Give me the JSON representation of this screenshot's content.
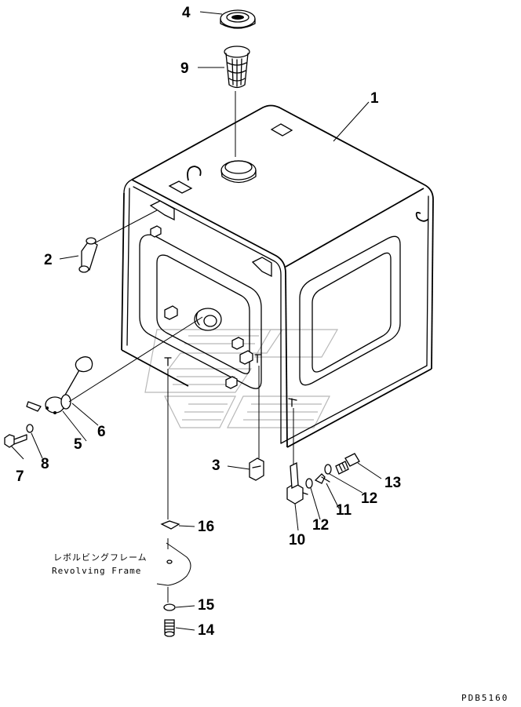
{
  "diagram": {
    "callouts": [
      {
        "id": "1",
        "text": "1"
      },
      {
        "id": "2",
        "text": "2"
      },
      {
        "id": "3",
        "text": "3"
      },
      {
        "id": "4",
        "text": "4"
      },
      {
        "id": "5",
        "text": "5"
      },
      {
        "id": "6",
        "text": "6"
      },
      {
        "id": "7",
        "text": "7"
      },
      {
        "id": "8",
        "text": "8"
      },
      {
        "id": "9",
        "text": "9"
      },
      {
        "id": "10",
        "text": "10"
      },
      {
        "id": "11",
        "text": "11"
      },
      {
        "id": "12a",
        "text": "12"
      },
      {
        "id": "12b",
        "text": "12"
      },
      {
        "id": "13",
        "text": "13"
      },
      {
        "id": "14",
        "text": "14"
      },
      {
        "id": "15",
        "text": "15"
      },
      {
        "id": "16",
        "text": "16"
      }
    ],
    "note_jp": "レボルビングフレーム",
    "note_en": "Revolving Frame",
    "drawing_code": "PDB5160"
  }
}
